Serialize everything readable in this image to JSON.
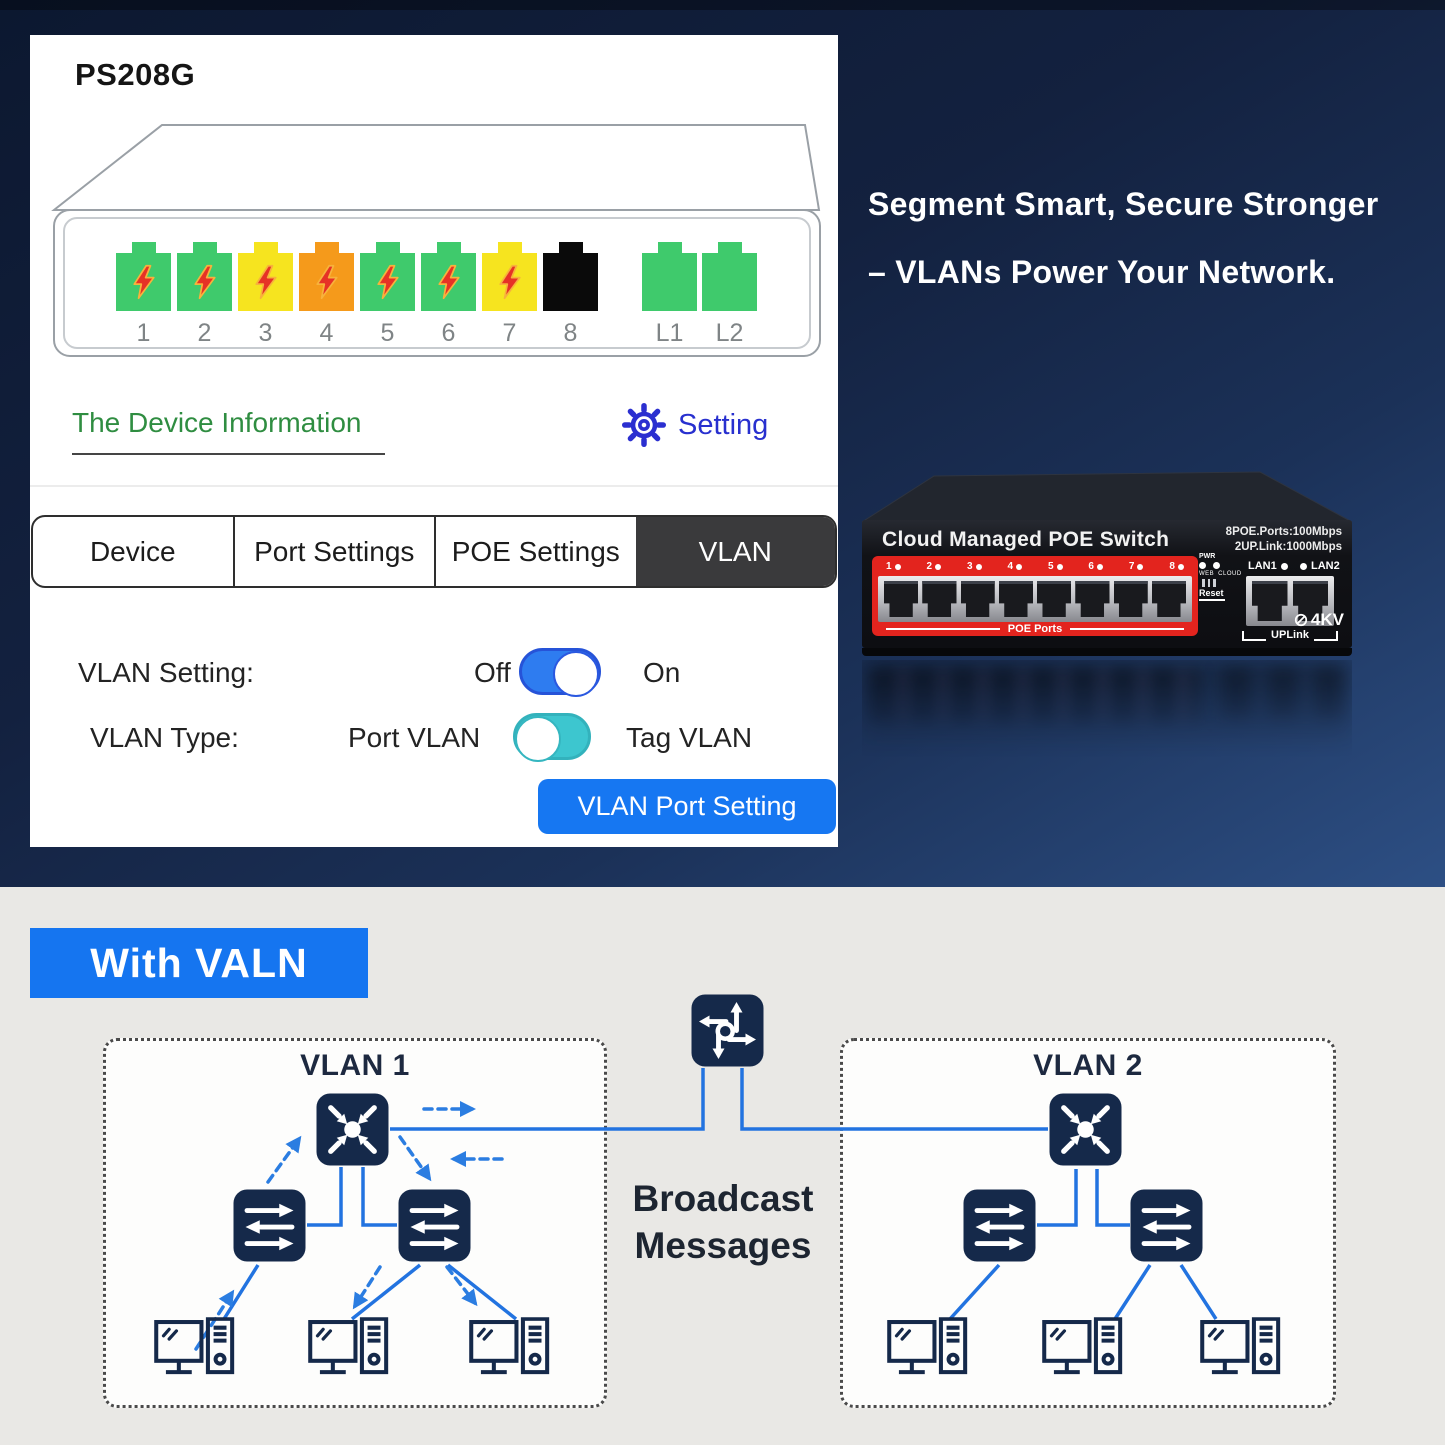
{
  "app_card": {
    "title": "PS208G",
    "ports": [
      {
        "label": "1",
        "color": "green",
        "bolt": true
      },
      {
        "label": "2",
        "color": "green",
        "bolt": true
      },
      {
        "label": "3",
        "color": "yellow",
        "bolt": true
      },
      {
        "label": "4",
        "color": "orange",
        "bolt": true
      },
      {
        "label": "5",
        "color": "green",
        "bolt": true
      },
      {
        "label": "6",
        "color": "green",
        "bolt": true
      },
      {
        "label": "7",
        "color": "yellow",
        "bolt": true
      },
      {
        "label": "8",
        "color": "black",
        "bolt": false
      },
      {
        "label": "L1",
        "color": "green",
        "bolt": false
      },
      {
        "label": "L2",
        "color": "green",
        "bolt": false
      }
    ],
    "device_info_link": "The Device Information",
    "setting_label": "Setting",
    "tabs": [
      {
        "label": "Device",
        "active": false
      },
      {
        "label": "Port Settings",
        "active": false
      },
      {
        "label": "POE Settings",
        "active": false
      },
      {
        "label": "VLAN",
        "active": true
      }
    ],
    "vlan_setting": {
      "label": "VLAN Setting:",
      "off": "Off",
      "on": "On",
      "state": "on"
    },
    "vlan_type": {
      "label": "VLAN Type:",
      "left": "Port VLAN",
      "right": "Tag VLAN"
    },
    "action_button": "VLAN Port Setting"
  },
  "hero": {
    "headline_line1": "Segment Smart, Secure Stronger",
    "headline_line2": "– VLANs Power Your Network."
  },
  "switch_device": {
    "name": "Cloud Managed POE Switch",
    "spec_line1": "8POE.Ports:100Mbps",
    "spec_line2": "2UP.Link:1000Mbps",
    "poe_port_numbers": [
      "1",
      "2",
      "3",
      "4",
      "5",
      "6",
      "7",
      "8"
    ],
    "poe_ports_label": "POE Ports",
    "pwr_label": "PWR",
    "web_label": "WEB",
    "cloud_label": "CLOUD",
    "reset_label": "Reset",
    "lan1_label": "LAN1",
    "lan2_label": "LAN2",
    "uplink_label": "UPLink",
    "surge_label": "4KV"
  },
  "diagram": {
    "banner": "With VALN",
    "vlan1_label": "VLAN 1",
    "vlan2_label": "VLAN 2",
    "broadcast_line1": "Broadcast",
    "broadcast_line2": "Messages"
  },
  "colors": {
    "accent_blue": "#1677f2",
    "toggle_blue": "#2e7cf0",
    "toggle_teal": "#3dc6cf",
    "link_green": "#2f8d41",
    "setting_blue": "#2830cf",
    "navy_icon": "#15294a",
    "line_blue": "#2273e0",
    "port_green": "#3fca6c",
    "port_yellow": "#f6e41f",
    "port_orange": "#f59a1b",
    "switch_red": "#e3241e",
    "banner_blue": "#1575f0",
    "bg_navy": "#13213f",
    "bg_gray": "#e9e8e5"
  }
}
